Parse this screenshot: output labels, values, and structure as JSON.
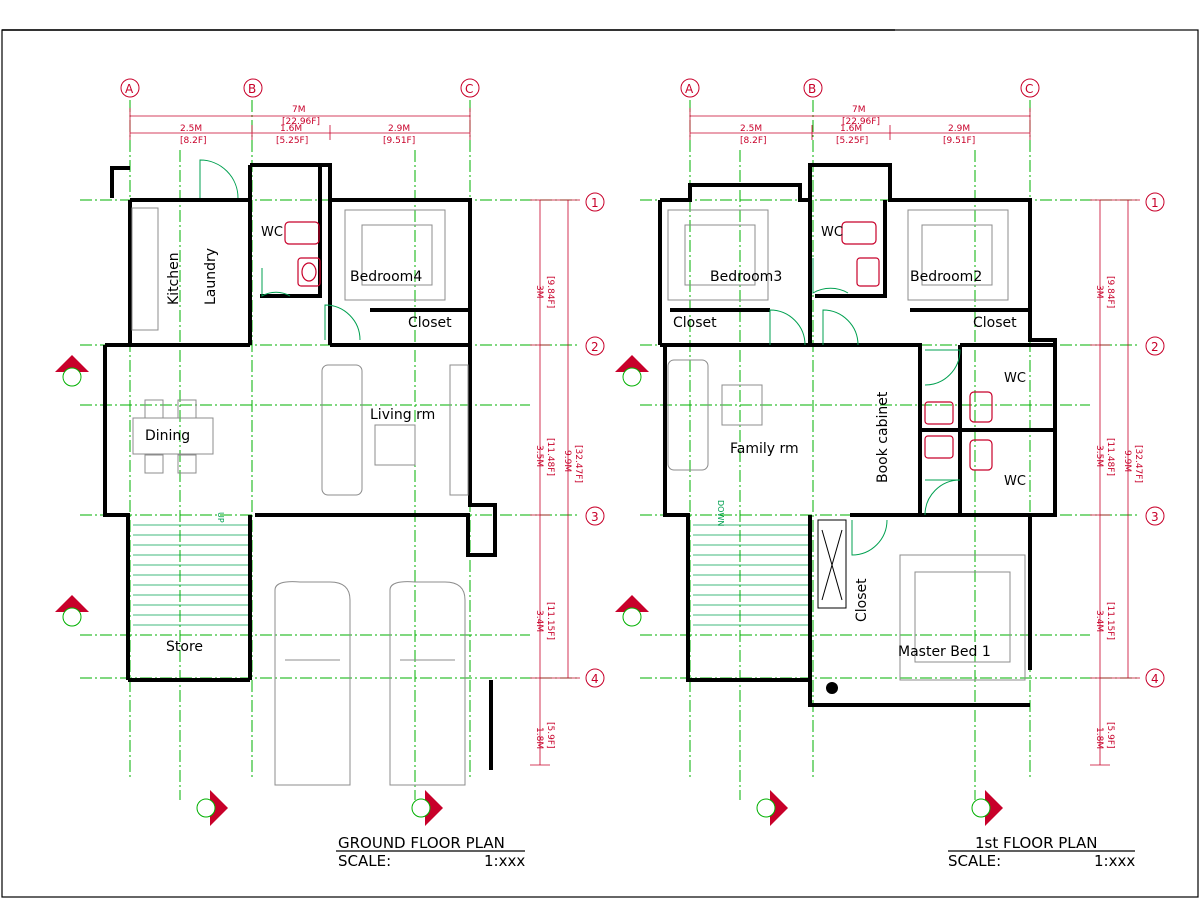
{
  "plans": [
    {
      "title": "GROUND FLOOR PLAN",
      "scale_label": "SCALE:",
      "scale_value": "1:xxx",
      "rooms": [
        "Kitchen",
        "Laundry",
        "WC",
        "Bedroom4",
        "Closet",
        "Dining",
        "Living rm",
        "Store"
      ],
      "stair_label": "UP"
    },
    {
      "title": "1st FLOOR PLAN",
      "scale_label": "SCALE:",
      "scale_value": "1:xxx",
      "rooms": [
        "Bedroom3",
        "WC",
        "Bedroom2",
        "Closet",
        "Closet",
        "Family rm",
        "Book cabinet",
        "WC",
        "WC",
        "Closet",
        "Master Bed 1"
      ],
      "stair_label": "DOWN"
    }
  ],
  "grid_columns": [
    "A",
    "B",
    "C"
  ],
  "grid_rows": [
    "1",
    "2",
    "3",
    "4"
  ],
  "overall_width": {
    "m": "7M",
    "ft": "[22.96F]"
  },
  "column_spans": [
    {
      "m": "2.5M",
      "ft": "[8.2F]"
    },
    {
      "m": "1.6M",
      "ft": "[5.25F]"
    },
    {
      "m": "2.9M",
      "ft": "[9.51F]"
    }
  ],
  "row_spans": [
    {
      "m": "3M",
      "ft": "[9.84F]"
    },
    {
      "m": "3.5M",
      "ft": "[11.48F]"
    },
    {
      "m": "3.4M",
      "ft": "[11.15F]"
    },
    {
      "m": "1.8M",
      "ft": "[5.9F]"
    }
  ],
  "overall_depth": {
    "m": "9.9M",
    "ft": "[32.47F]"
  },
  "colors": {
    "wall": "#000000",
    "grid": "#00b000",
    "dimension": "#c8002a",
    "furniture": "#8c8c8c"
  }
}
